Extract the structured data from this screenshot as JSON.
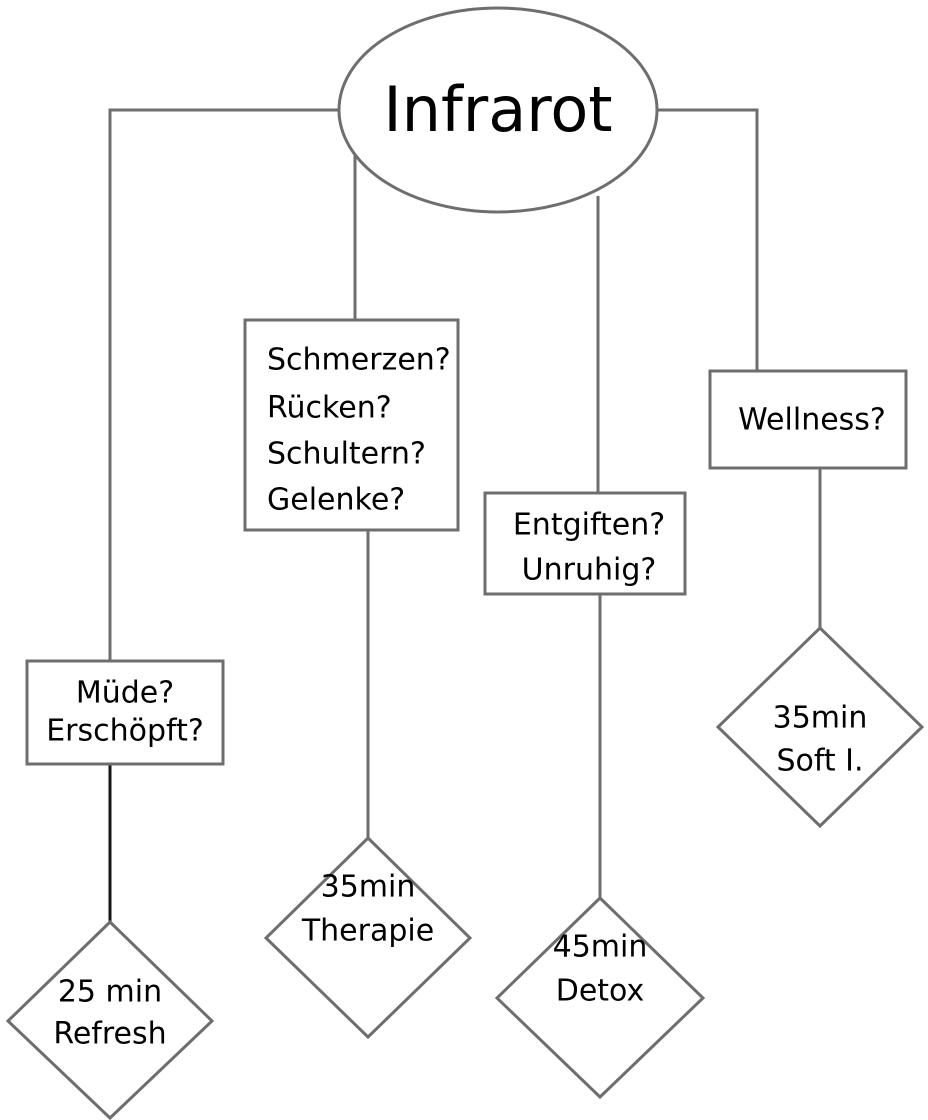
{
  "diagram": {
    "title": "Infrarot",
    "type": "flowchart",
    "colors": {
      "shape_stroke": "#6e6e6e",
      "edge_stroke": "#6e6e6e",
      "edge_stroke_dark": "#151515",
      "shape_fill": "#ffffff",
      "text": "#000000",
      "background": "#ffffff"
    },
    "root": {
      "label": "Infrarot",
      "shape": "ellipse"
    },
    "branches": [
      {
        "id": "branch-muede",
        "condition": {
          "shape": "rectangle",
          "lines": [
            "Müde?",
            "Erschöpft?"
          ],
          "line1": "Müde?",
          "line2": "Erschöpft?"
        },
        "outcome": {
          "shape": "diamond",
          "lines": [
            "25 min",
            "Refresh"
          ],
          "line1": "25 min",
          "line2": "Refresh"
        }
      },
      {
        "id": "branch-schmerzen",
        "condition": {
          "shape": "rectangle",
          "lines": [
            "Schmerzen?",
            "Rücken?",
            "Schultern?",
            "Gelenke?"
          ],
          "line1": "Schmerzen?",
          "line2": "Rücken?",
          "line3": "Schultern?",
          "line4": "Gelenke?"
        },
        "outcome": {
          "shape": "diamond",
          "lines": [
            "35min",
            "Therapie"
          ],
          "line1": "35min",
          "line2": "Therapie"
        }
      },
      {
        "id": "branch-entgiften",
        "condition": {
          "shape": "rectangle",
          "lines": [
            "Entgiften?",
            "Unruhig?"
          ],
          "line1": "Entgiften?",
          "line2": "Unruhig?"
        },
        "outcome": {
          "shape": "diamond",
          "lines": [
            "45min",
            "Detox"
          ],
          "line1": "45min",
          "line2": "Detox"
        }
      },
      {
        "id": "branch-wellness",
        "condition": {
          "shape": "rectangle",
          "lines": [
            "Wellness?"
          ],
          "line1": "Wellness?"
        },
        "outcome": {
          "shape": "diamond",
          "lines": [
            "35min",
            "Soft I."
          ],
          "line1": "35min",
          "line2": "Soft I."
        }
      }
    ]
  }
}
